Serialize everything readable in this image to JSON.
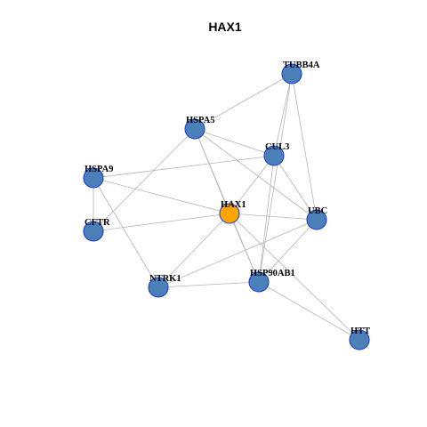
{
  "title": "HAX1",
  "colors": {
    "node_default": "#4a7fb8",
    "node_focus": "#ffa500",
    "node_border": "#1f3fd6",
    "edge": "#b4b4b4"
  },
  "nodes": [
    {
      "id": "TUBB4A",
      "label": "TUBB4A",
      "focus": false
    },
    {
      "id": "HSPA5",
      "label": "HSPA5",
      "focus": false
    },
    {
      "id": "CUL3",
      "label": "CUL3",
      "focus": false
    },
    {
      "id": "HSPA9",
      "label": "HSPA9",
      "focus": false
    },
    {
      "id": "HAX1",
      "label": "HAX1",
      "focus": true
    },
    {
      "id": "UBC",
      "label": "UBC",
      "focus": false
    },
    {
      "id": "CFTR",
      "label": "CFTR",
      "focus": false
    },
    {
      "id": "HSP90AB1",
      "label": "HSP90AB1",
      "focus": false
    },
    {
      "id": "NTRK1",
      "label": "NTRK1",
      "focus": false
    },
    {
      "id": "HTT",
      "label": "HTT",
      "focus": false
    }
  ],
  "edges": [
    [
      "TUBB4A",
      "HSPA5"
    ],
    [
      "TUBB4A",
      "CUL3"
    ],
    [
      "TUBB4A",
      "UBC"
    ],
    [
      "TUBB4A",
      "HSP90AB1"
    ],
    [
      "HSPA5",
      "CUL3"
    ],
    [
      "HSPA5",
      "HAX1"
    ],
    [
      "HSPA5",
      "UBC"
    ],
    [
      "HSPA5",
      "CFTR"
    ],
    [
      "HSPA5",
      "HSP90AB1"
    ],
    [
      "CUL3",
      "HSPA9"
    ],
    [
      "CUL3",
      "HAX1"
    ],
    [
      "CUL3",
      "UBC"
    ],
    [
      "CUL3",
      "HSP90AB1"
    ],
    [
      "HSPA9",
      "HAX1"
    ],
    [
      "HSPA9",
      "CFTR"
    ],
    [
      "HSPA9",
      "NTRK1"
    ],
    [
      "HAX1",
      "CFTR"
    ],
    [
      "HAX1",
      "UBC"
    ],
    [
      "HAX1",
      "NTRK1"
    ],
    [
      "HAX1",
      "HSP90AB1"
    ],
    [
      "HAX1",
      "HTT"
    ],
    [
      "UBC",
      "NTRK1"
    ],
    [
      "UBC",
      "HSP90AB1"
    ],
    [
      "HSP90AB1",
      "NTRK1"
    ],
    [
      "HSP90AB1",
      "HTT"
    ]
  ]
}
